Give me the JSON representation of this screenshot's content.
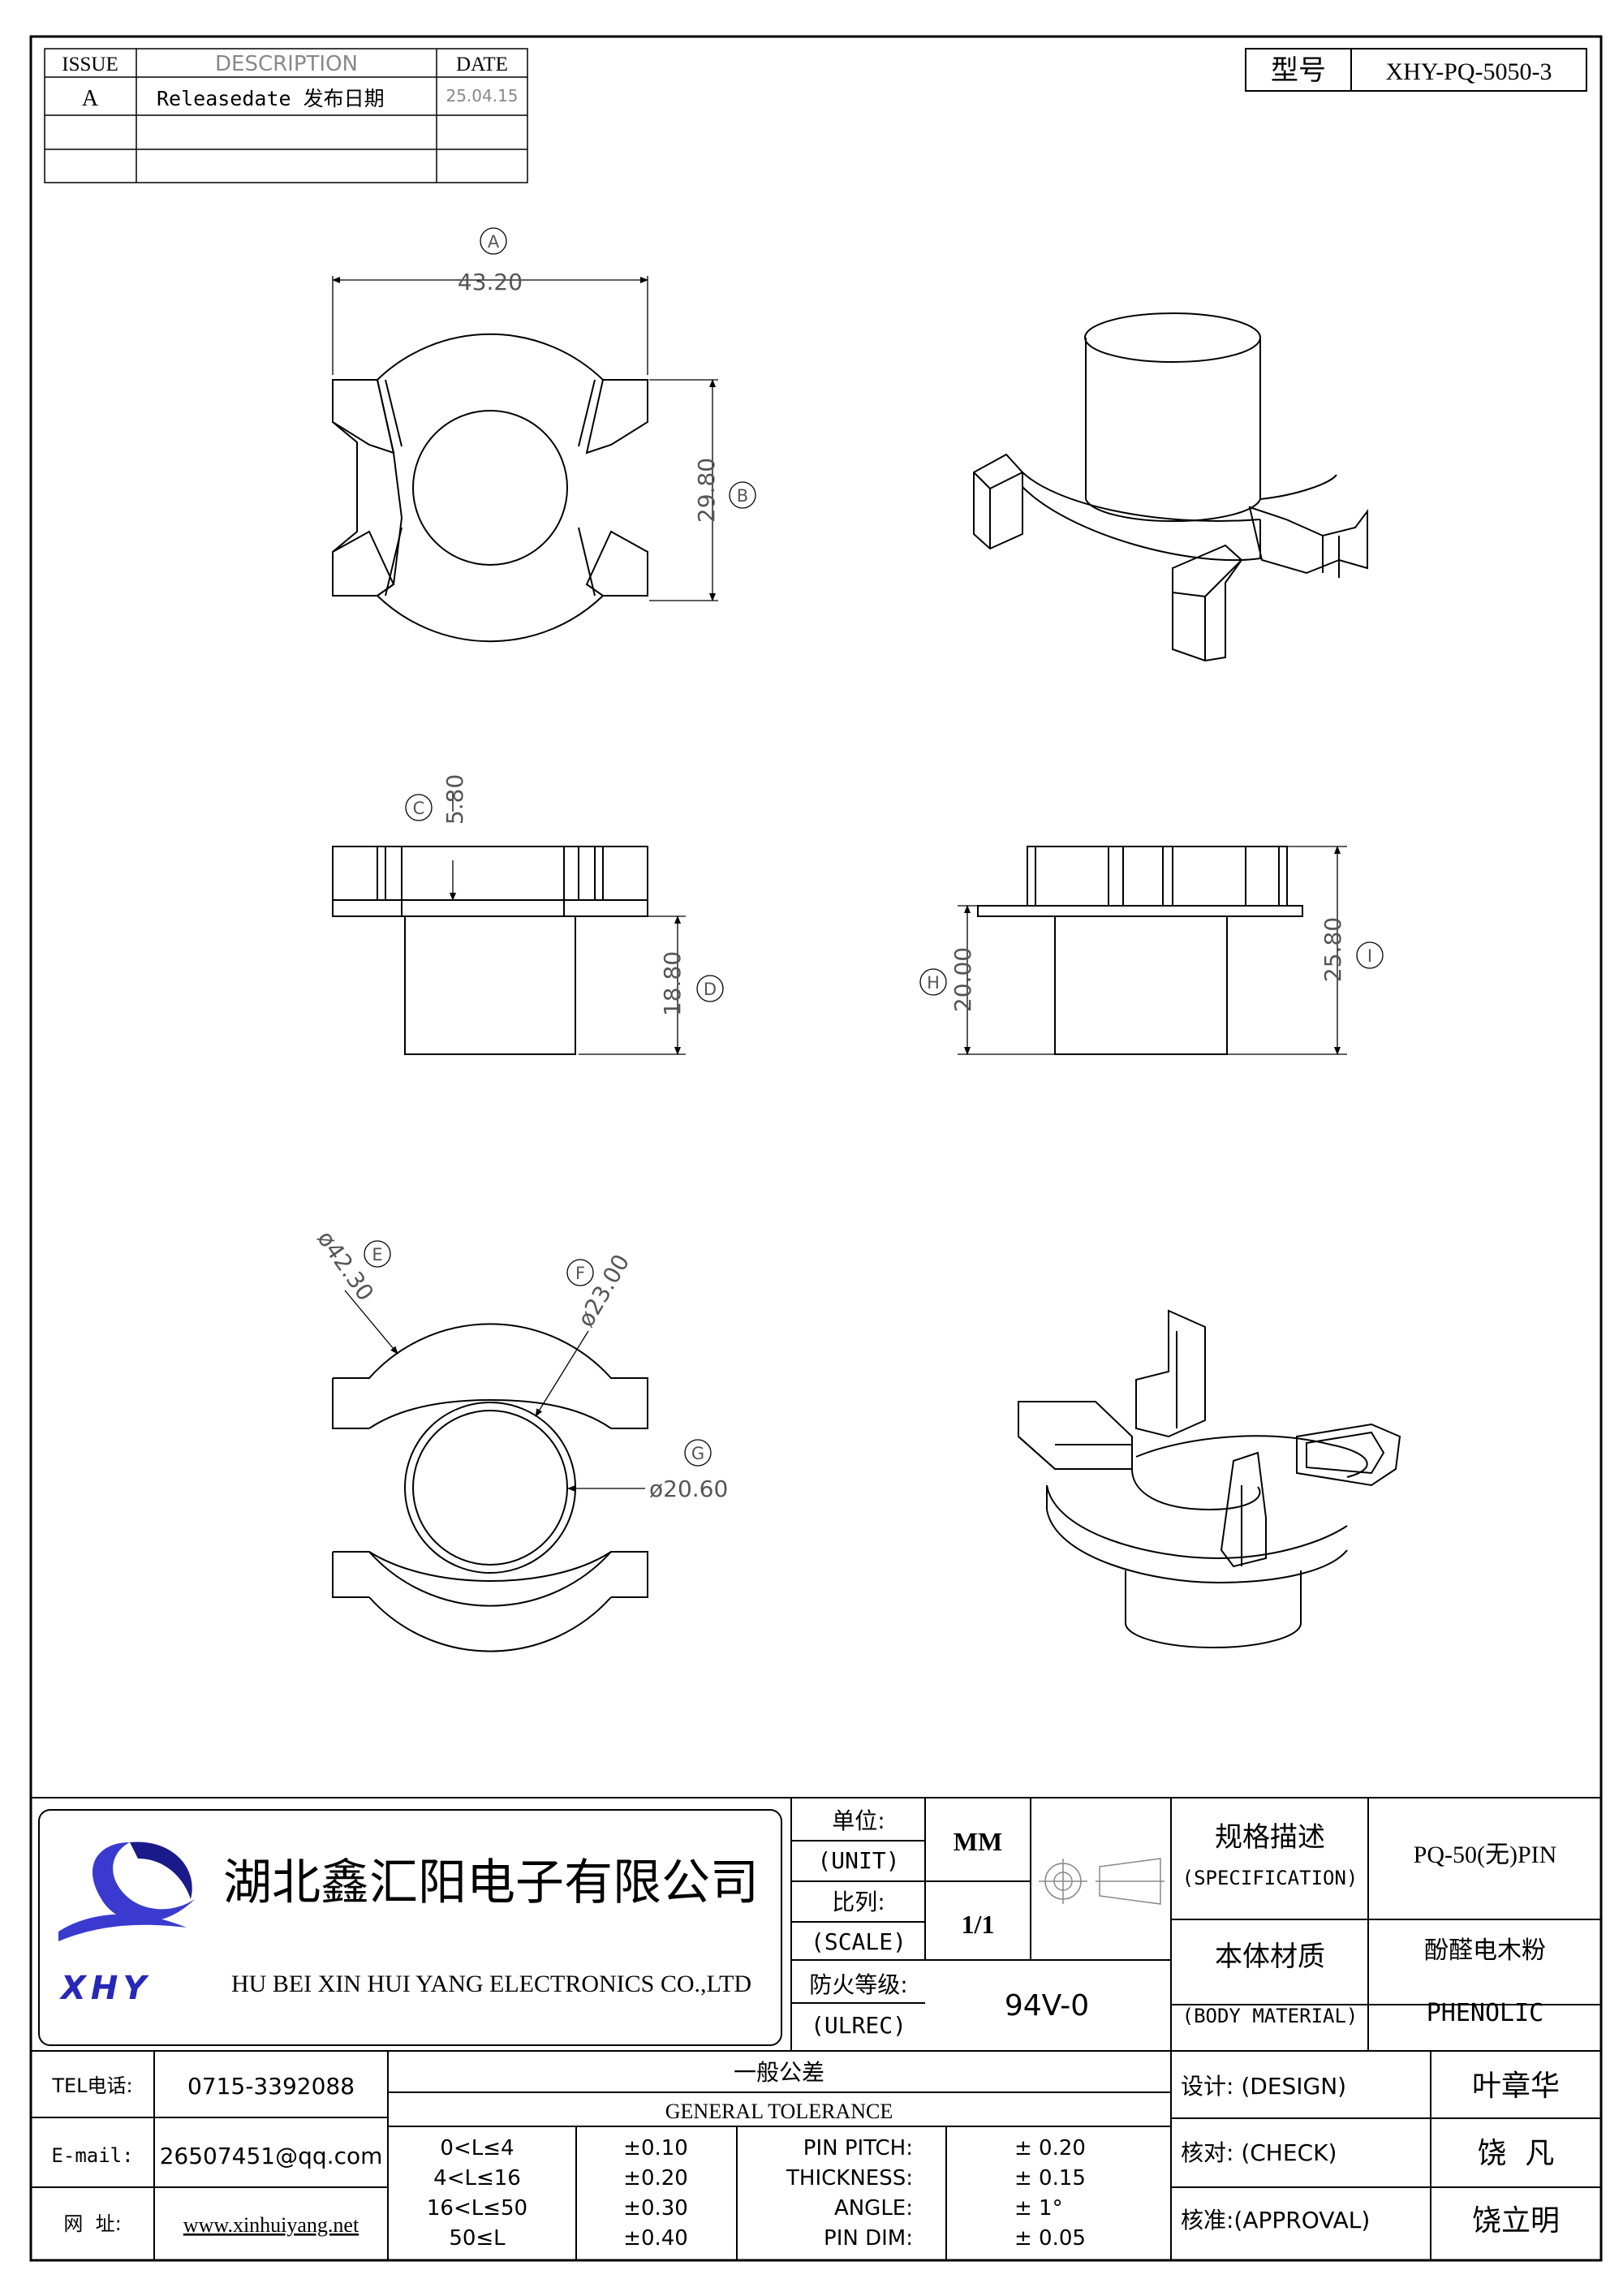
{
  "revision": {
    "headers": {
      "issue": "ISSUE",
      "description": "DESCRIPTION",
      "date": "DATE"
    },
    "rows": [
      {
        "issue": "A",
        "description": "Releasedate 发布日期",
        "date": "25.04.15"
      }
    ]
  },
  "model": {
    "label": "型号",
    "value": "XHY-PQ-5050-3"
  },
  "dimensions": {
    "A": {
      "tag": "A",
      "value": "43.20"
    },
    "B": {
      "tag": "B",
      "value": "29.80"
    },
    "C": {
      "tag": "C",
      "value": "5.80"
    },
    "D": {
      "tag": "D",
      "value": "18.80"
    },
    "E": {
      "tag": "E",
      "value": "ø42.30"
    },
    "F": {
      "tag": "F",
      "value": "ø23.00"
    },
    "G": {
      "tag": "G",
      "value": "ø20.60"
    },
    "H": {
      "tag": "H",
      "value": "20.00"
    },
    "I": {
      "tag": "I",
      "value": "25.80"
    }
  },
  "company": {
    "name_cn": "湖北鑫汇阳电子有限公司",
    "name_en": "HU BEI XIN HUI YANG ELECTRONICS CO.,LTD",
    "logo_text": "XHY"
  },
  "unit": {
    "label_cn": "单位:",
    "label_en": "(UNIT)",
    "value": "MM"
  },
  "scale": {
    "label_cn": "比列:",
    "label_en": "(SCALE)",
    "value": "1/1"
  },
  "fire": {
    "label_cn": "防火等级:",
    "label_en": "(ULREC)",
    "value": "94V-0"
  },
  "spec": {
    "label_cn": "规格描述",
    "label_en": "(SPECIFICATION)",
    "value": "PQ-50(无)PIN"
  },
  "material": {
    "label_cn": "本体材质",
    "label_en": "(BODY MATERIAL)",
    "value_cn": "酚醛电木粉",
    "value_en": "PHENOLIC"
  },
  "contact": {
    "tel_label": "TEL电话:",
    "tel": "0715-3392088",
    "email_label": "E-mail:",
    "email": "26507451@qq.com",
    "web_label": "网  址:",
    "web": "www.xinhuiyang.net"
  },
  "tolerance": {
    "title_cn": "一般公差",
    "title_en": "GENERAL TOLERANCE",
    "ranges": [
      {
        "range": "0<L≤4",
        "tol": "±0.10"
      },
      {
        "range": "4<L≤16",
        "tol": "±0.20"
      },
      {
        "range": "16<L≤50",
        "tol": "±0.30"
      },
      {
        "range": "50≤L",
        "tol": "±0.40"
      }
    ],
    "pins": [
      {
        "label": "PIN PITCH:",
        "tol": "± 0.20"
      },
      {
        "label": "THICKNESS:",
        "tol": "± 0.15"
      },
      {
        "label": "ANGLE:",
        "tol": "± 1°"
      },
      {
        "label": "PIN DIM:",
        "tol": "± 0.05"
      }
    ]
  },
  "signoff": {
    "design_label": "设计: (DESIGN)",
    "design": "叶章华",
    "check_label": "核对: (CHECK)",
    "check": "饶  凡",
    "approval_label": "核准:(APPROVAL)",
    "approval": "饶立明"
  }
}
